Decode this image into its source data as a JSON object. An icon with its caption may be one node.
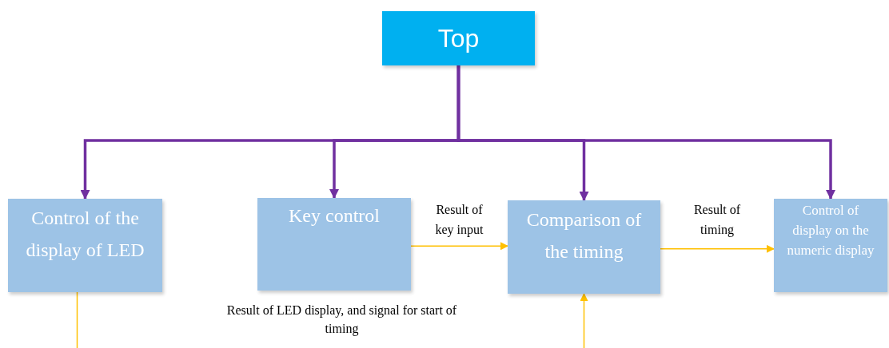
{
  "diagram": {
    "nodes": [
      {
        "text": [
          "Top"
        ]
      },
      {
        "text": [
          "Control of the display of LED"
        ]
      },
      {
        "text": [
          "Key control"
        ]
      },
      {
        "text": [
          "Comparison of the timing"
        ]
      },
      {
        "text": [
          "Control of display on the numeric display"
        ]
      }
    ],
    "edges": [
      {
        "from": 0,
        "to": 1,
        "arrow": "to",
        "style": "thick"
      },
      {
        "from": 0,
        "to": 2,
        "arrow": "to",
        "style": "thick"
      },
      {
        "from": 0,
        "to": 3,
        "arrow": "to",
        "style": "thick"
      },
      {
        "from": 0,
        "to": 4,
        "arrow": "to",
        "style": "thick"
      },
      {
        "from": 2,
        "to": 3,
        "arrow": "to",
        "label": "Result of key input",
        "color": "#ffc000"
      },
      {
        "from": 3,
        "to": 4,
        "arrow": "to",
        "label": "Result of timing",
        "color": "#ffc000"
      },
      {
        "from": 1,
        "to": null,
        "arrow": "none",
        "color": "#ffc000"
      },
      {
        "from": null,
        "to": 3,
        "arrow": "to",
        "color": "#ffc000"
      }
    ],
    "labels": [
      "Result of LED display, and signal for start of timing"
    ]
  }
}
